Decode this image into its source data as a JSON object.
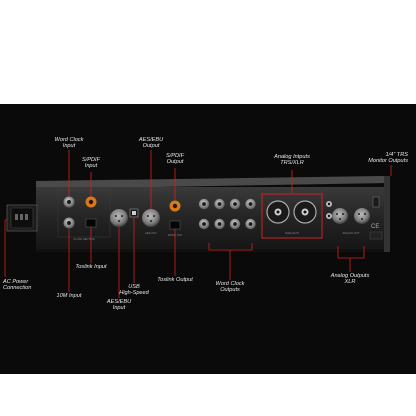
{
  "colors": {
    "background": "#ffffff",
    "panel": "#0a0a0a",
    "leader": "#d21f1f",
    "label": "#e8e8e8",
    "chassis": "#2b2b2b"
  },
  "device": {
    "panel_text": {
      "clock_section": "CLOCK SECTION",
      "aes_out": "AES OUT",
      "spdif_out": "S/PDIF OUT",
      "analog_in": "ANALOG IN",
      "analog_out": "ANALOG OUT",
      "ce_mark": "CE"
    }
  },
  "callouts": [
    {
      "id": "word-clock-input",
      "text": "Word Clock\nInput"
    },
    {
      "id": "spdif-input",
      "text": "S/PDIF\nInput"
    },
    {
      "id": "aes-ebu-output",
      "text": "AES/EBU\nOutput"
    },
    {
      "id": "spdif-output",
      "text": "S/PDIF\nOutput"
    },
    {
      "id": "analog-inputs",
      "text": "Analog Intputs\nTRS/XLR"
    },
    {
      "id": "trs-monitor-outputs",
      "text": "1/4\" TRS\nMonitor Outputs"
    },
    {
      "id": "ac-power",
      "text": "AC Power\nConnection"
    },
    {
      "id": "10m-input",
      "text": "10M Input"
    },
    {
      "id": "toslink-input",
      "text": "Toslink Input"
    },
    {
      "id": "aes-ebu-input",
      "text": "AES/EBU\nInput"
    },
    {
      "id": "usb-high-speed",
      "text": "USB\nHigh-Speed"
    },
    {
      "id": "toslink-output",
      "text": "Toslink Output"
    },
    {
      "id": "word-clock-outputs",
      "text": "Word Clock\nOutputs"
    },
    {
      "id": "analog-outputs-xlr",
      "text": "Analog Outputs\nXLR"
    }
  ]
}
